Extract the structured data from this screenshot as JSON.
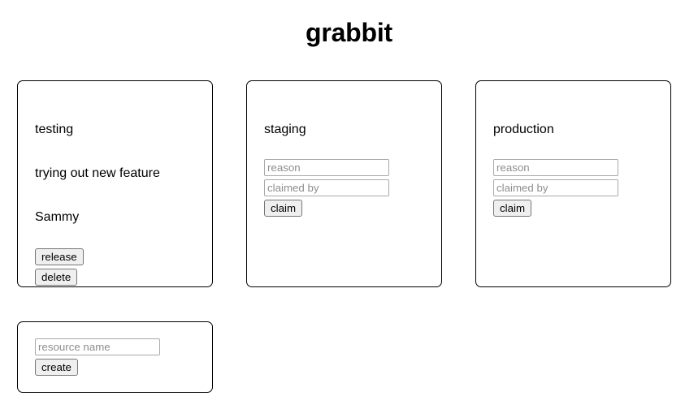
{
  "app": {
    "title": "grabbit"
  },
  "resources": [
    {
      "name": "testing",
      "state": "claimed",
      "reason": "trying out new feature",
      "claimed_by": "Sammy",
      "release_label": "release",
      "delete_label": "delete"
    },
    {
      "name": "staging",
      "state": "free",
      "reason_placeholder": "reason",
      "claimed_by_placeholder": "claimed by",
      "reason_value": "",
      "claimed_by_value": "",
      "claim_label": "claim"
    },
    {
      "name": "production",
      "state": "free",
      "reason_placeholder": "reason",
      "claimed_by_placeholder": "claimed by",
      "reason_value": "",
      "claimed_by_value": "",
      "claim_label": "claim"
    }
  ],
  "create": {
    "name_placeholder": "resource name",
    "name_value": "",
    "create_label": "create"
  },
  "colors": {
    "page_background": "#ffffff",
    "card_border": "#000000",
    "text": "#000000",
    "placeholder": "#8d8d8d",
    "button_background": "#efefef",
    "button_border": "#767676",
    "input_border": "#a9a9a9"
  }
}
